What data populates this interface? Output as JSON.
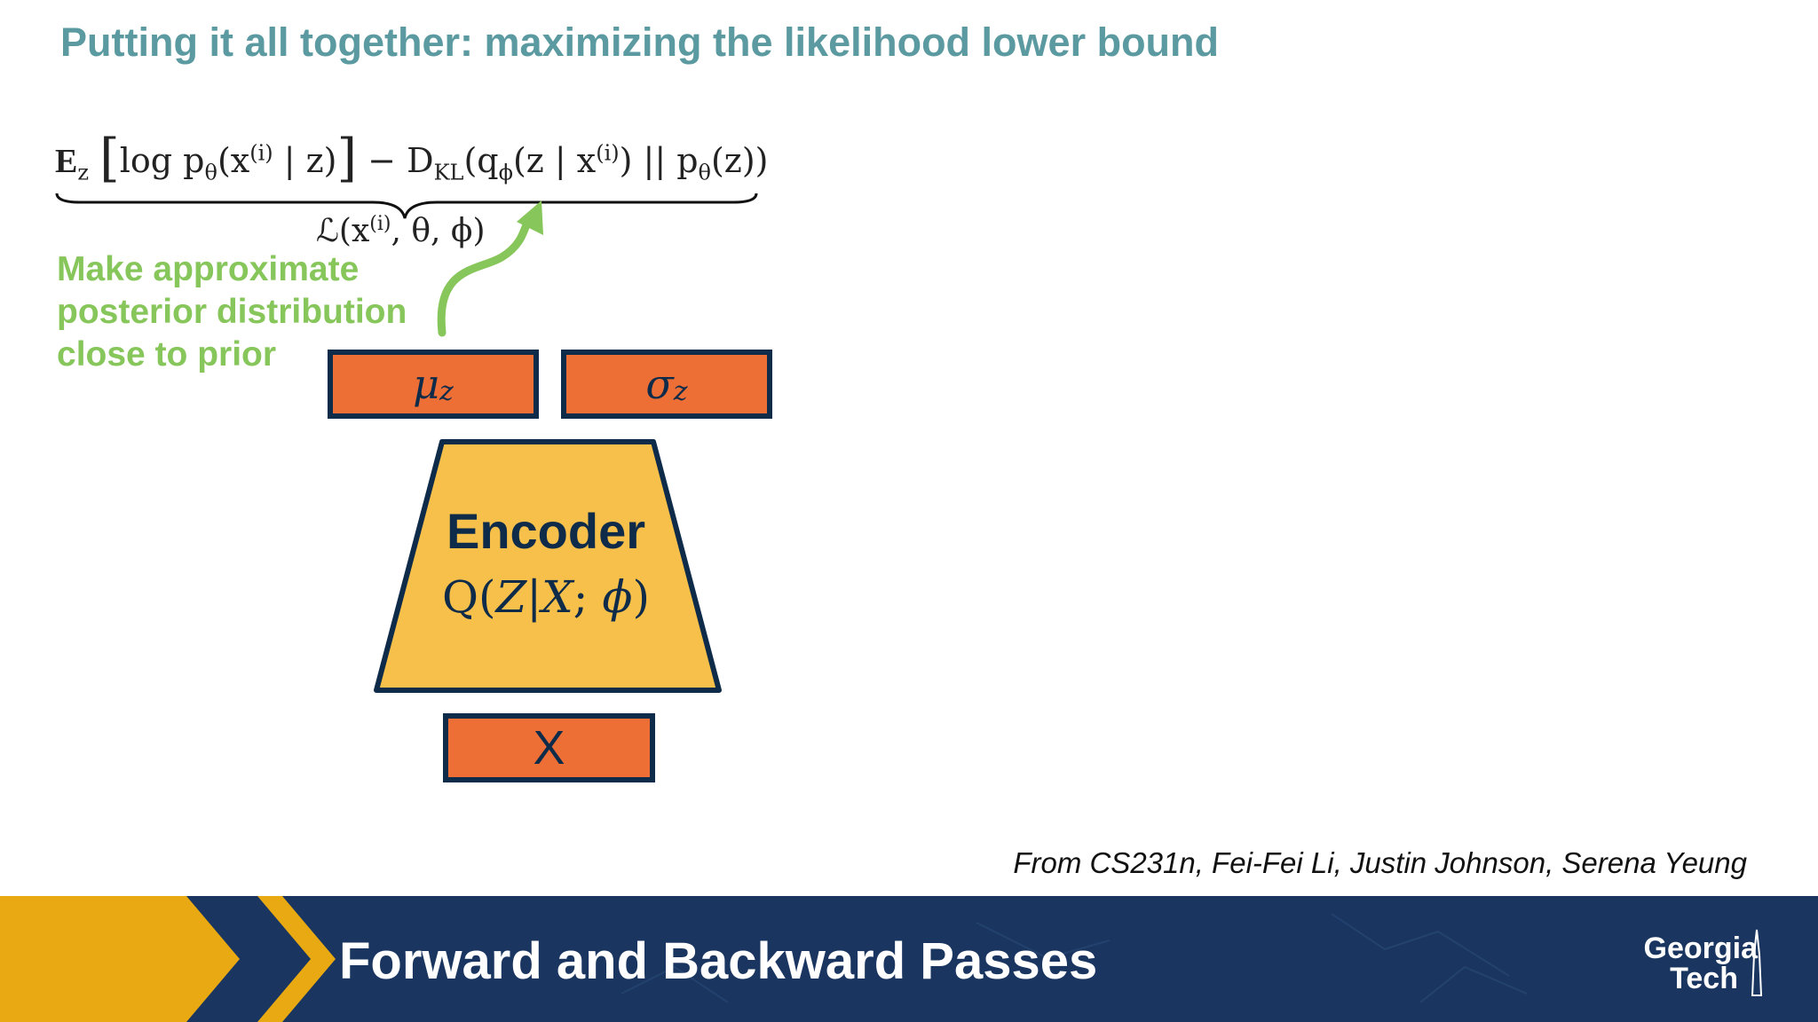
{
  "slide": {
    "title": "Putting it all together: maximizing the likelihood lower bound",
    "green_note": [
      "Make approximate",
      "posterior distribution",
      "close to prior"
    ],
    "credit": "From CS231n, Fei-Fei Li, Justin Johnson, Serena Yeung"
  },
  "formula": {
    "e": "E",
    "e_sub": "z",
    "log_part": "log p",
    "theta": "θ",
    "inner": "(x",
    "sup_i": "(i)",
    "given_z": " | z)",
    "minus_dkl": " − D",
    "kl": "KL",
    "q": "(q",
    "phi": "ϕ",
    "z_given": "(z | x",
    "tail_1": ") || p",
    "tail_2": "(z))",
    "lower_bound": "ℒ(x",
    "lower_bound_tail": ", θ, ϕ)"
  },
  "diagram": {
    "mu": "μ",
    "mu_sub": "z",
    "sigma": "σ",
    "sigma_sub": "z",
    "encoder_label": "Encoder",
    "encoder_formula_q": "Q(",
    "encoder_formula_z": "Z",
    "encoder_formula_bar": "|",
    "encoder_formula_x": "X",
    "encoder_formula_sep": "; ",
    "encoder_formula_phi": "ϕ",
    "encoder_formula_close": ")",
    "input_label": "X"
  },
  "footer": {
    "title": "Forward and Backward Passes",
    "logo_line1": "Georgia",
    "logo_line2": "Tech"
  },
  "colors": {
    "title_teal": "#5b9aa0",
    "note_green": "#86c65a",
    "box_orange": "#ee6f35",
    "encoder_yellow": "#f6c04a",
    "navy": "#0f2b4a",
    "footer_navy": "#1a3660",
    "chevron_gold": "#e8a913"
  }
}
